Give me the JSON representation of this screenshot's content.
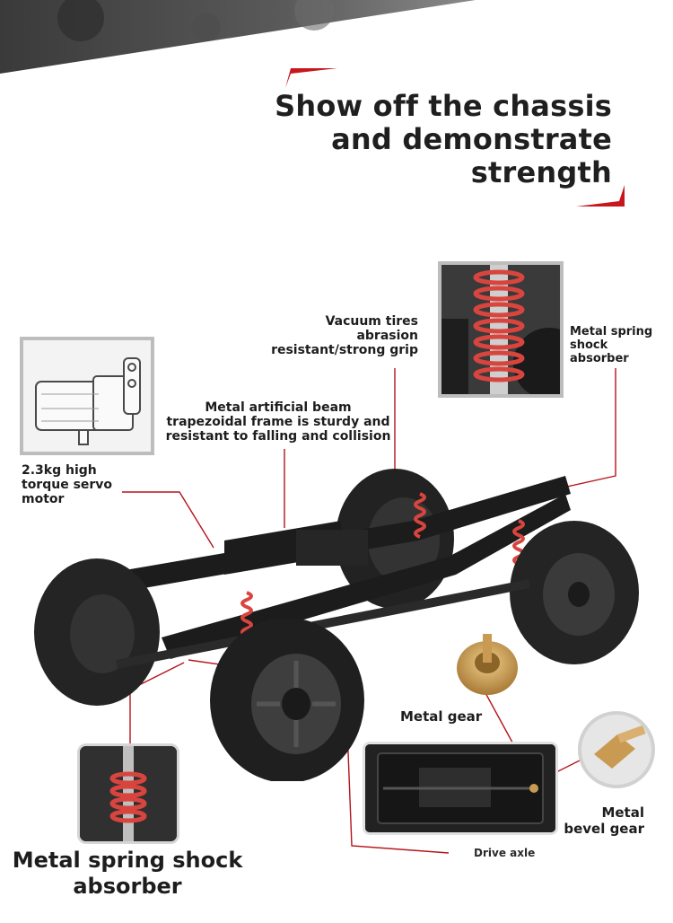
{
  "headline": {
    "line1": "Show off the chassis",
    "line2": "and demonstrate",
    "line3": "strength"
  },
  "callouts": {
    "vacuum_tires": [
      "Vacuum tires",
      "abrasion",
      "resistant/strong grip"
    ],
    "metal_shock_small": [
      "Metal spring",
      "shock",
      "absorber"
    ],
    "metal_beam": [
      "Metal artificial beam",
      "trapezoidal frame is sturdy and",
      "resistant to falling and collision"
    ],
    "servo": [
      "2.3kg high",
      "torque servo",
      "motor"
    ],
    "metal_gear": "Metal gear",
    "bevel_gear": [
      "Metal",
      "bevel gear"
    ],
    "drive_axle": "Drive axle",
    "shock_large": [
      "Metal spring shock",
      "absorber"
    ]
  },
  "colors": {
    "accent": "#c8161d",
    "line": "#b5141b",
    "frame": "#1c1c1c",
    "tire": "#242424",
    "spring": "#d8453f",
    "gear": "#c99a52"
  },
  "icons": {
    "servo": "servo-motor-icon",
    "shock": "shock-absorber-icon",
    "gear": "gear-icon",
    "bevel": "bevel-gear-icon"
  }
}
